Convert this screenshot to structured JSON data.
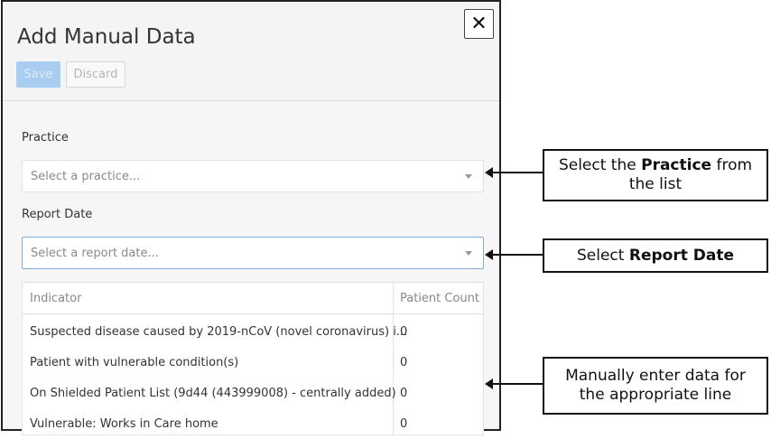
{
  "dialog": {
    "title": "Add Manual Data",
    "close_label": "✕",
    "save_label": "Save",
    "discard_label": "Discard"
  },
  "form": {
    "practice_label": "Practice",
    "practice_placeholder": "Select a practice...",
    "report_date_label": "Report Date",
    "report_date_placeholder": "Select a report date..."
  },
  "table": {
    "headers": [
      "Indicator",
      "Patient Count"
    ],
    "rows": [
      {
        "indicator": "Suspected disease caused by 2019-nCoV (novel coronavirus) i...",
        "count": "0"
      },
      {
        "indicator": "Patient with vulnerable condition(s)",
        "count": "0"
      },
      {
        "indicator": "On Shielded Patient List (9d44 (443999008) - centrally added)",
        "count": "0"
      },
      {
        "indicator": "Vulnerable: Works in Care home",
        "count": "0"
      }
    ]
  },
  "callouts": {
    "practice": {
      "pre": "Select the ",
      "bold": "Practice",
      "post": " from",
      "line2": "the list"
    },
    "report_date": {
      "pre": "Select ",
      "bold": "Report Date"
    },
    "manual": {
      "line1": "Manually enter data for",
      "line2": "the appropriate line"
    }
  }
}
